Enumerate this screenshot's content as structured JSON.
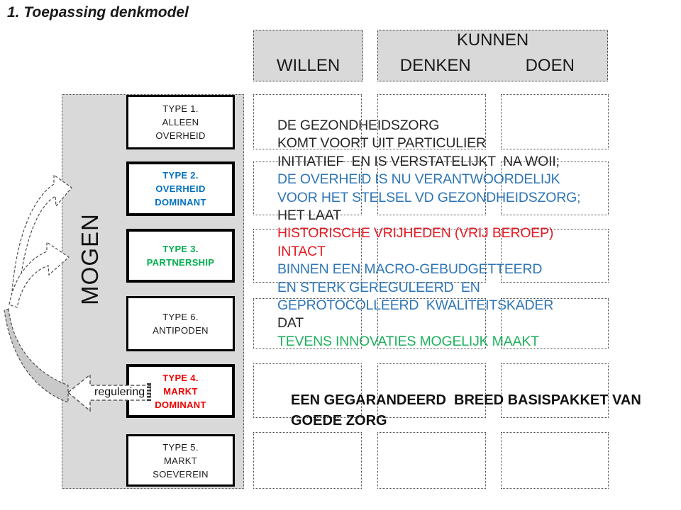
{
  "title": "1. Toepassing denkmodel",
  "header": {
    "willen": "WILLEN",
    "kunnen": "KUNNEN",
    "denken": "DENKEN",
    "doen": "DOEN"
  },
  "sidebar": {
    "mogen": "MOGEN",
    "regulering_label": "regulering",
    "types": [
      {
        "lines": [
          "TYPE 1.",
          "ALLEEN",
          "OVERHEID"
        ],
        "color": "#1a1a1a",
        "bold": false
      },
      {
        "lines": [
          "TYPE 2.",
          "OVERHEID",
          "DOMINANT"
        ],
        "color": "#0070C0",
        "bold": true
      },
      {
        "lines": [
          "TYPE 3.",
          "PARTNERSHIP"
        ],
        "color": "#00B050",
        "bold": true
      },
      {
        "lines": [
          "TYPE 6.",
          "ANTIPODEN"
        ],
        "color": "#1a1a1a",
        "bold": false
      },
      {
        "lines": [
          "TYPE 4.",
          "MARKT",
          "DOMINANT"
        ],
        "color": "#EE0000",
        "bold": true
      },
      {
        "lines": [
          "TYPE 5.",
          "MARKT",
          "SOEVEREIN"
        ],
        "color": "#1a1a1a",
        "bold": false
      }
    ]
  },
  "main_text": {
    "lines": [
      {
        "text": "DE GEZONDHEIDSZORG",
        "color": "#262626"
      },
      {
        "text": "KOMT VOORT UIT PARTICULIER",
        "color": "#262626"
      },
      {
        "text": "INITIATIEF  EN IS VERSTATELIJKT  NA WOII;",
        "color": "#262626"
      },
      {
        "text": "DE OVERHEID IS NU VERANTWOORDELIJK",
        "color": "#2E75B6"
      },
      {
        "text": "VOOR HET STELSEL VD GEZONDHEIDSZORG;",
        "color": "#2E75B6"
      },
      {
        "text": "HET LAAT",
        "color": "#262626"
      },
      {
        "text": "HISTORISCHE VRIJHEDEN (VRIJ BEROEP)",
        "color": "#E31B23"
      },
      {
        "text": "INTACT",
        "color": "#E31B23"
      },
      {
        "text": "BINNEN EEN MACRO-GEBUDGETTEERD",
        "color": "#2E75B6"
      },
      {
        "text": "EN STERK GEREGULEERD  EN",
        "color": "#2E75B6"
      },
      {
        "text": "GEPROTOCOLLEERD  KWALITEITSKADER",
        "color": "#2E75B6"
      },
      {
        "text": "DAT",
        "color": "#262626"
      },
      {
        "text": "TEVENS INNOVATIES MOGELIJK MAAKT",
        "color": "#1EB15D"
      }
    ]
  },
  "basispakket": {
    "line1": "EEN GEGARANDEERD  BREED BASISPAKKET VAN",
    "line2": "GOEDE ZORG"
  },
  "palette": {
    "panel_gray": "#D9D9D9",
    "accent_blue": "#2E75B6",
    "accent_red": "#E31B23",
    "accent_green": "#00B050",
    "type_blue": "#0070C0"
  }
}
